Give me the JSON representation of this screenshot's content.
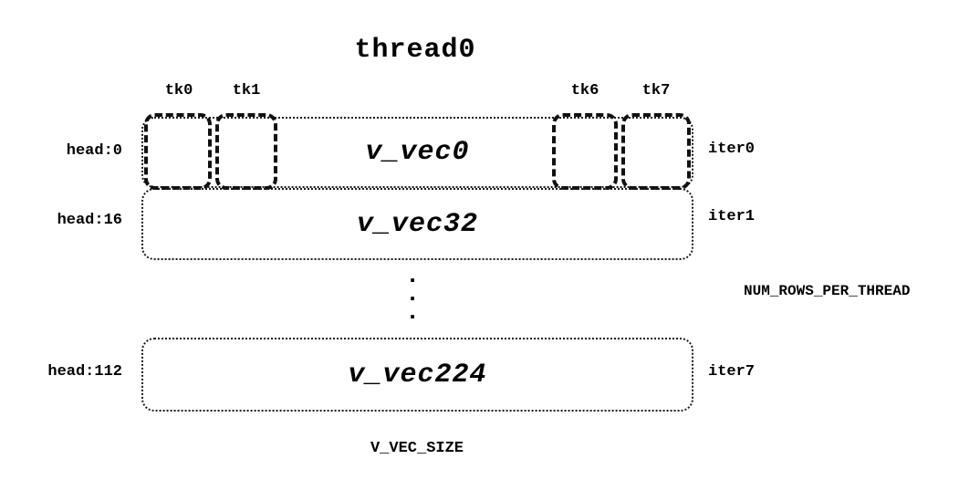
{
  "title": "thread0",
  "tk_labels": {
    "tk0": "tk0",
    "tk1": "tk1",
    "tk6": "tk6",
    "tk7": "tk7"
  },
  "rows": [
    {
      "head": "head:0",
      "vec": "v_vec0",
      "iter": "iter0"
    },
    {
      "head": "head:16",
      "vec": "v_vec32",
      "iter": "iter1"
    },
    {
      "head": "head:112",
      "vec": "v_vec224",
      "iter": "iter7"
    }
  ],
  "dots": ".\n.\n.",
  "num_rows_label": "NUM_ROWS_PER_THREAD",
  "bottom_label": "V_VEC_SIZE",
  "colors": {
    "ink": "#000000",
    "background": "#ffffff"
  }
}
